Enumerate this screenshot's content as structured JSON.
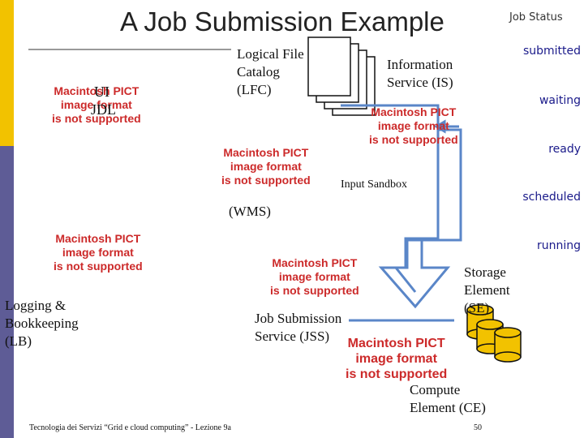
{
  "title": "A Job Submission Example",
  "pict_notice": [
    "Macintosh PICT",
    "image format",
    "is not supported"
  ],
  "labels": {
    "ui": "UI",
    "jdl": "JDL",
    "lfc": [
      "Logical File",
      "Catalog",
      "(LFC)"
    ],
    "is": [
      "Information",
      "Service (IS)"
    ],
    "input_sandbox": "Input Sandbox",
    "wms": "(WMS)",
    "lb": [
      "Logging &",
      "Bookkeeping",
      "(LB)"
    ],
    "jss": [
      "Job Submission",
      "Service (JSS)"
    ],
    "se": [
      "Storage",
      "Element",
      "(SE)"
    ],
    "ce": [
      "Compute",
      "Element (CE)"
    ]
  },
  "job_status": {
    "header": "Job Status",
    "states": [
      "submitted",
      "waiting",
      "ready",
      "scheduled",
      "running"
    ]
  },
  "footer": "Tecnologia dei Servizi “Grid e cloud computing” - Lezione 9a",
  "page_number": "50",
  "colors": {
    "accent_bar": "#f2c200",
    "side_bar": "#5e5c96",
    "status_text": "#1a1a8a",
    "pict_text": "#cc2a2a",
    "arrow_fill": "#ffffff",
    "arrow_stroke": "#5a86c8"
  }
}
